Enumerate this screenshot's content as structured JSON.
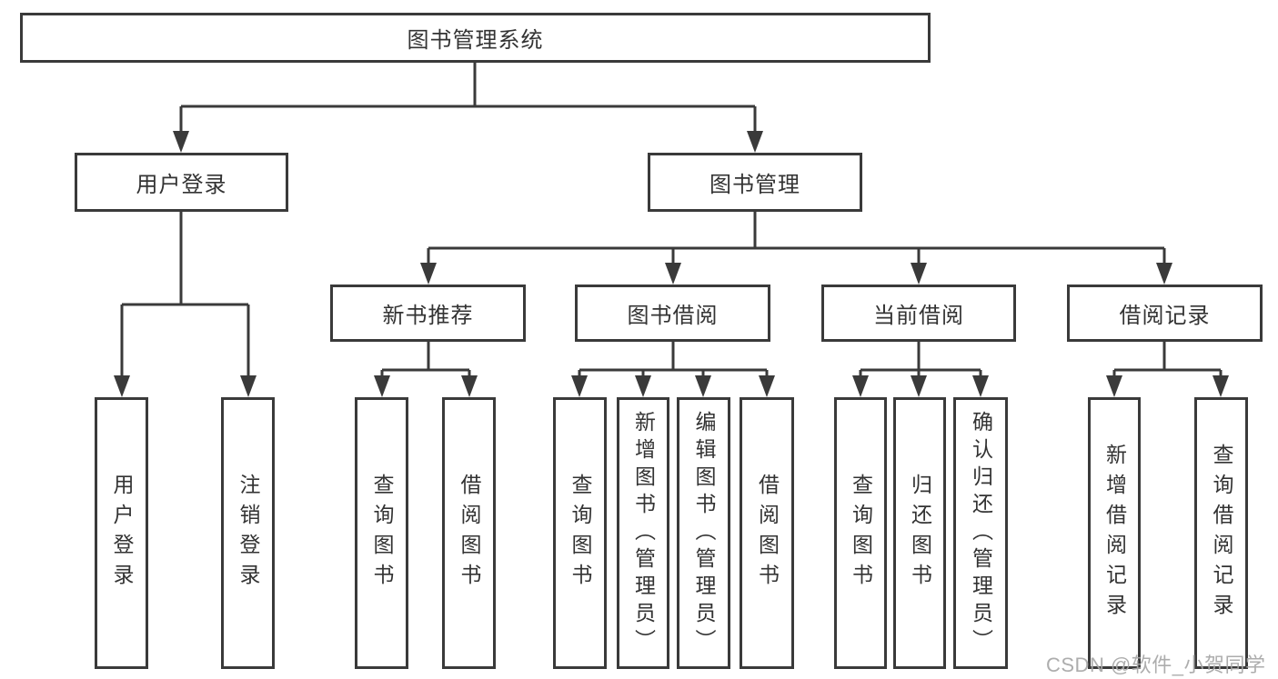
{
  "tree": {
    "label": "图书管理系统",
    "children": [
      {
        "label": "用户登录",
        "children": [
          {
            "label": "用户登录"
          },
          {
            "label": "注销登录"
          }
        ]
      },
      {
        "label": "图书管理",
        "children": [
          {
            "label": "新书推荐",
            "children": [
              {
                "label": "查询图书"
              },
              {
                "label": "借阅图书"
              }
            ]
          },
          {
            "label": "图书借阅",
            "children": [
              {
                "label": "查询图书"
              },
              {
                "label": "新增图书（管理员）"
              },
              {
                "label": "编辑图书（管理员）"
              },
              {
                "label": "借阅图书"
              }
            ]
          },
          {
            "label": "当前借阅",
            "children": [
              {
                "label": "查询图书"
              },
              {
                "label": "归还图书"
              },
              {
                "label": "确认归还（管理员）"
              }
            ]
          },
          {
            "label": "借阅记录",
            "children": [
              {
                "label": "新增借阅记录"
              },
              {
                "label": "查询借阅记录"
              }
            ]
          }
        ]
      }
    ]
  },
  "watermark": "CSDN @软件_小贺同学",
  "colors": {
    "line": "#3a3a3a",
    "text": "#333333",
    "background": "#ffffff",
    "watermark": "#a7a7a7"
  }
}
